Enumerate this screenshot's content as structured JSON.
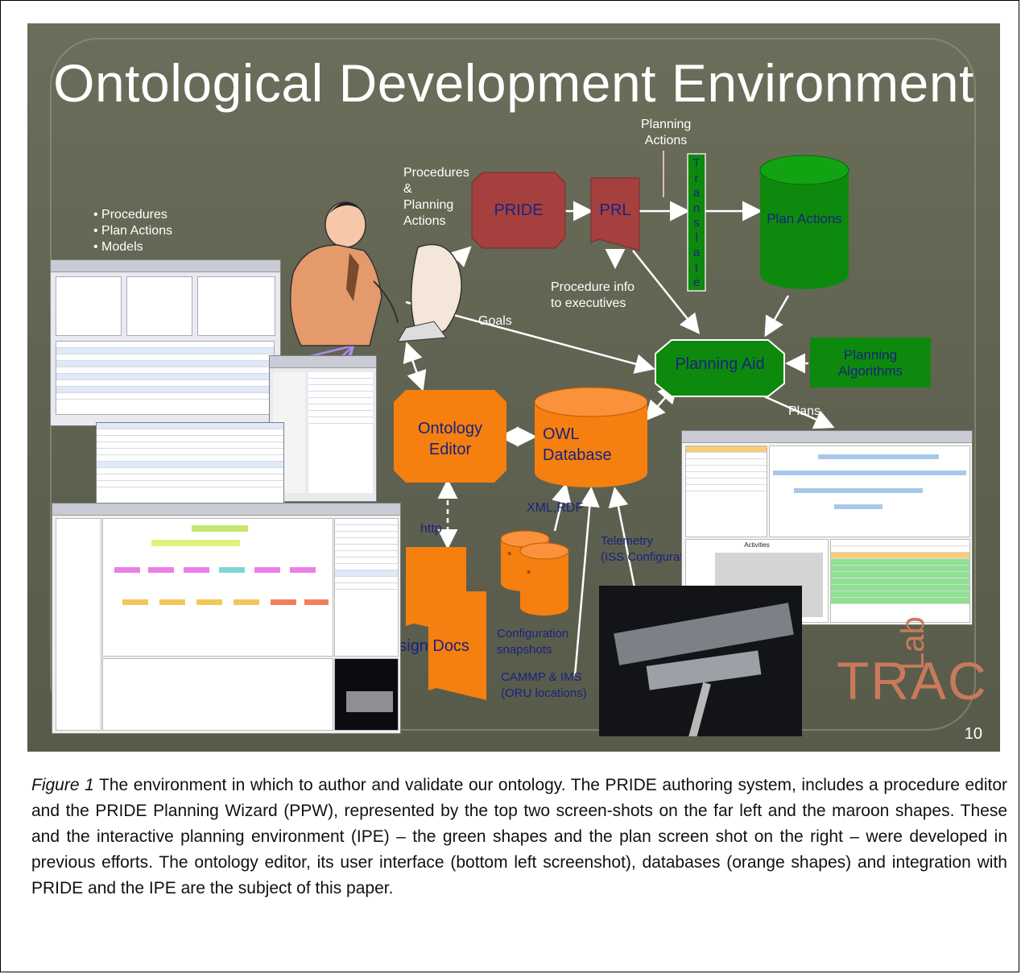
{
  "slide": {
    "title": "Ontological Development Environment",
    "page_number": "10",
    "bullets": [
      "• Procedures",
      "• Plan Actions",
      "• Models"
    ],
    "shapes": {
      "pride": "PRIDE",
      "prl": "PRL",
      "translate": [
        "T",
        "r",
        "a",
        "n",
        "s",
        "l",
        "a",
        "t",
        "e"
      ],
      "plan_actions": "Plan Actions",
      "planning_aid": "Planning Aid",
      "planning_algorithms_1": "Planning",
      "planning_algorithms_2": "Algorithms",
      "ontology_editor_1": "Ontology",
      "ontology_editor_2": "Editor",
      "owl_db_1": "OWL",
      "owl_db_2": "Database",
      "design_docs": "esign Docs"
    },
    "labels": {
      "planning_actions_1": "Planning",
      "planning_actions_2": "Actions",
      "proc_plan_1": "Procedures",
      "proc_plan_2": "&",
      "proc_plan_3": "Planning",
      "proc_plan_4": "Actions",
      "proc_info_1": "Procedure info",
      "proc_info_2": "to executives",
      "goals": "Goals",
      "plans": "Plans",
      "http": "http",
      "xml_rdf": "XML,RDF",
      "telemetry_1": "Telemetry",
      "telemetry_2": "(ISS Configuration)",
      "config_1": "Configuration",
      "config_2": "snapshots",
      "cammp_1": "CAMMP & IMS",
      "cammp_2": "(ORU locations)",
      "activities": "Activities"
    },
    "logo": {
      "trac": "TRAC",
      "lab": "Lab"
    },
    "colors": {
      "maroon": "#a5403e",
      "green": "#0d8a0d",
      "orange": "#f57f0f",
      "slide_bg": "#62654f"
    }
  },
  "caption": {
    "figure_label": "Figure 1",
    "text": " The environment in which to author and validate our ontology.  The PRIDE authoring system, includes a procedure editor and the PRIDE Planning Wizard (PPW), represented by the top two screen-shots on the far left and the maroon shapes. These and the interactive planning environment (IPE) – the green shapes and the plan screen shot on the right – were developed in previous efforts. The ontology editor, its user interface (bottom left screenshot), databases (orange shapes) and integration with PRIDE and the IPE are the subject of this paper."
  }
}
